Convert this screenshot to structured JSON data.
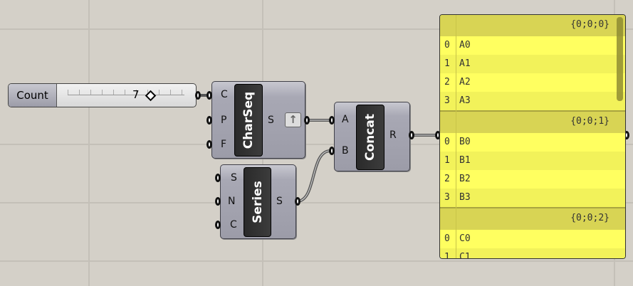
{
  "slider": {
    "label": "Count",
    "value": "7"
  },
  "charseq": {
    "title": "CharSeq",
    "inputs": [
      "C",
      "P",
      "F"
    ],
    "output": "S",
    "icon": "arrow-up-icon"
  },
  "series": {
    "title": "Series",
    "inputs": [
      "S",
      "N",
      "C"
    ],
    "output": "S"
  },
  "concat": {
    "title": "Concat",
    "inputs": [
      "A",
      "B"
    ],
    "output": "R"
  },
  "panel": {
    "branches": [
      {
        "path": "{0;0;0}",
        "items": [
          {
            "i": "0",
            "v": "A0"
          },
          {
            "i": "1",
            "v": "A1"
          },
          {
            "i": "2",
            "v": "A2"
          },
          {
            "i": "3",
            "v": "A3"
          }
        ]
      },
      {
        "path": "{0;0;1}",
        "items": [
          {
            "i": "0",
            "v": "B0"
          },
          {
            "i": "1",
            "v": "B1"
          },
          {
            "i": "2",
            "v": "B2"
          },
          {
            "i": "3",
            "v": "B3"
          }
        ]
      },
      {
        "path": "{0;0;2}",
        "items": [
          {
            "i": "0",
            "v": "C0"
          },
          {
            "i": "1",
            "v": "C1"
          }
        ]
      }
    ]
  },
  "colors": {
    "canvas": "#d4d0c8",
    "panel": "#ffff60",
    "component": "#a8a8b4"
  }
}
